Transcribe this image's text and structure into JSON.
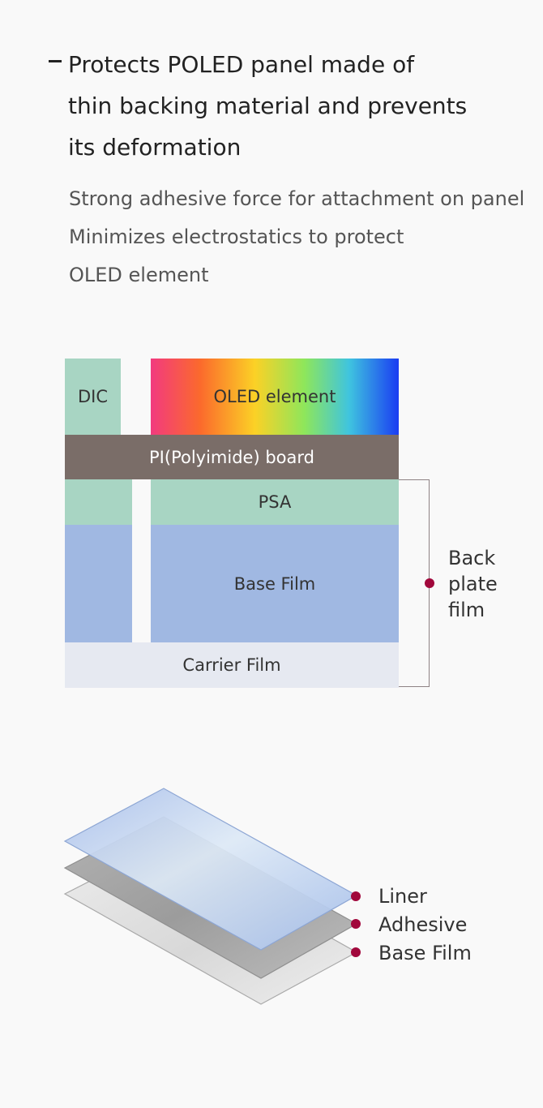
{
  "headline": {
    "lines": [
      "Protects POLED panel made of",
      "thin backing material and prevents",
      "its deformation"
    ]
  },
  "features": [
    "Strong adhesive force for attachment on panel",
    "Minimizes electrostatics to protect",
    "OLED element"
  ],
  "cross_section": {
    "layers": {
      "dic": "DIC",
      "oled": "OLED element",
      "pi": "PI(Polyimide) board",
      "psa": "PSA",
      "base": "Base Film",
      "carrier": "Carrier Film"
    },
    "bracket_label": [
      "Back",
      "plate",
      "film"
    ],
    "colors": {
      "green_layer": "#a8d5c3",
      "pi_board": "#7a6d68",
      "base_film": "#a0b8e2",
      "carrier_film": "#e6e9f1",
      "marker": "#a1083c"
    }
  },
  "sheet_stack": {
    "labels": [
      "Liner",
      "Adhesive",
      "Base Film"
    ]
  }
}
